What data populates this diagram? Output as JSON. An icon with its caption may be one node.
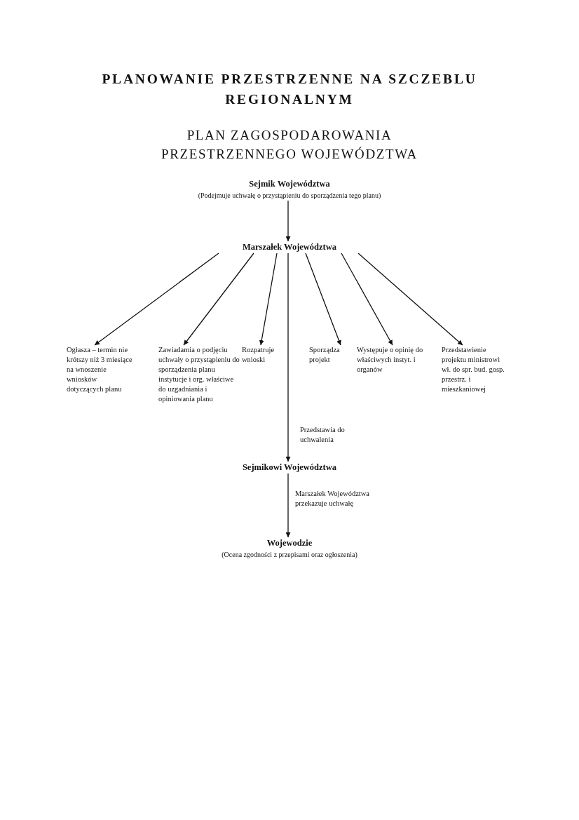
{
  "diagram": {
    "title": "PLANOWANIE PRZESTRZENNE NA SZCZEBLU REGIONALNYM",
    "nodes": [
      {
        "text": [
          "Sejmik Województwa",
          "(Podejmuje uchwałę o przystąpieniu do sporządzenia tego planu)"
        ]
      },
      {
        "text": [
          "Marszałek Województwa"
        ]
      },
      {
        "text": [
          "Ogłasza – termin nie krótszy niż 3 miesiące na wnoszenie wniosków dotyczących planu"
        ]
      },
      {
        "text": [
          "Zawiadamia o podjęciu uchwały o przystąpieniu do sporządzenia planu instytucje i org. właściwe do uzgadniania i opiniowania planu"
        ]
      },
      {
        "text": [
          "Rozpatruje wnioski"
        ]
      },
      {
        "text": [
          "Sporządza projekt"
        ]
      },
      {
        "text": [
          "Występuje o opinię do właściwych instyt. i organów"
        ]
      },
      {
        "text": [
          "Przedstawienie projektu ministrowi wł. do spr. bud. gosp. przestrz. i mieszkaniowej"
        ]
      },
      {
        "text": [
          "Sejmikowi Województwa"
        ]
      },
      {
        "text": [
          "Wojewodzie",
          "(Ocena zgodności z przepisami oraz ogłoszenia)"
        ]
      }
    ],
    "edges": [
      {
        "from": 0,
        "to": 1,
        "arrow": "to"
      },
      {
        "from": 1,
        "to": 2,
        "arrow": "to"
      },
      {
        "from": 1,
        "to": 3,
        "arrow": "to"
      },
      {
        "from": 1,
        "to": 4,
        "arrow": "to"
      },
      {
        "from": 1,
        "to": 5,
        "arrow": "to"
      },
      {
        "from": 1,
        "to": 6,
        "arrow": "to"
      },
      {
        "from": 1,
        "to": 7,
        "arrow": "to"
      },
      {
        "from": 1,
        "to": 8,
        "arrow": "to",
        "label": "Przedstawia do uchwalenia"
      },
      {
        "from": 8,
        "to": 9,
        "arrow": "to",
        "label": "Marszałek Województwa przekazuje uchwałę"
      }
    ],
    "labels": [
      "PLAN ZAGOSPODAROWANIA PRZESTRZENNEGO WOJEWÓDZTWA"
    ]
  }
}
